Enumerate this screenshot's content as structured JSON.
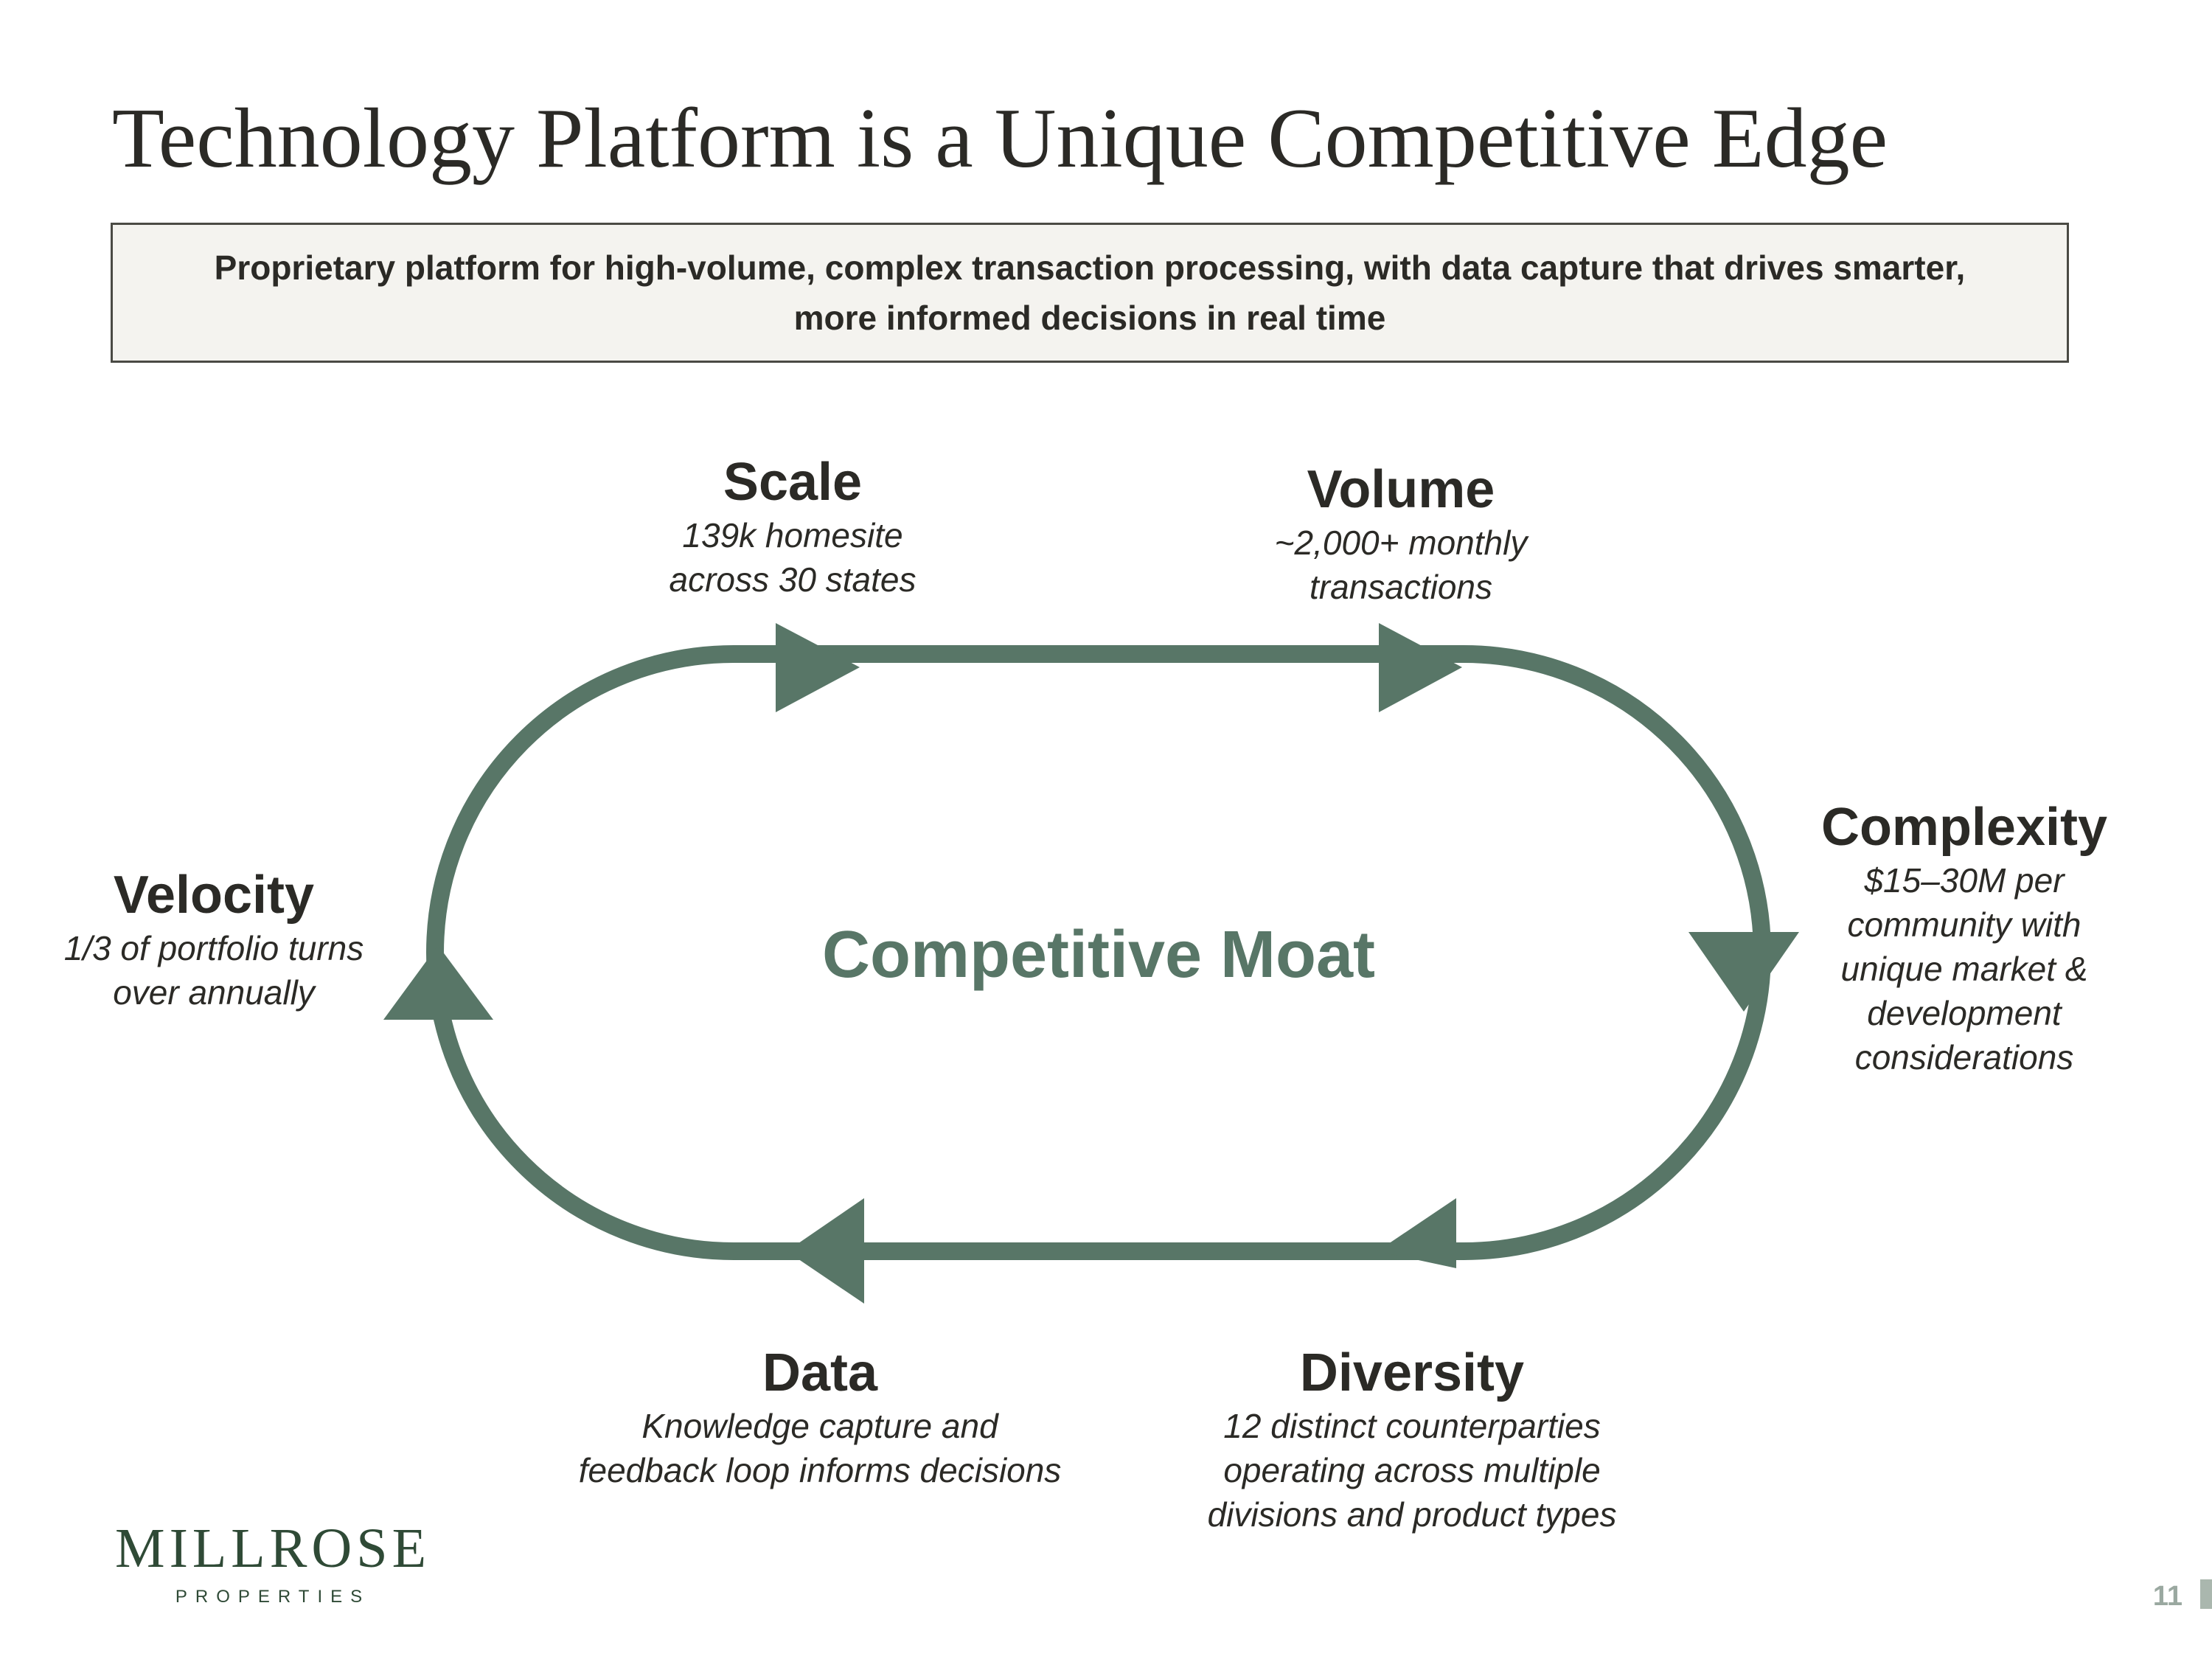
{
  "title": "Technology Platform is a Unique Competitive Edge",
  "subtitle": {
    "line1": "Proprietary platform for high-volume, complex transaction processing, with data capture that drives smarter,",
    "line2": "more informed decisions in real time"
  },
  "diagram": {
    "center_label": "Competitive Moat",
    "loop_color": "#587667",
    "nodes": {
      "scale": {
        "heading": "Scale",
        "lines": [
          "139k homesite",
          "across 30 states"
        ]
      },
      "volume": {
        "heading": "Volume",
        "lines": [
          "~2,000+ monthly",
          "transactions"
        ]
      },
      "complexity": {
        "heading": "Complexity",
        "lines": [
          "$15–30M per",
          "community with",
          "unique market &",
          "development",
          "considerations"
        ]
      },
      "diversity": {
        "heading": "Diversity",
        "lines": [
          "12 distinct counterparties",
          "operating across multiple",
          "divisions and product types"
        ]
      },
      "data": {
        "heading": "Data",
        "lines": [
          "Knowledge capture and",
          "feedback loop informs decisions"
        ]
      },
      "velocity": {
        "heading": "Velocity",
        "lines": [
          "1/3 of portfolio turns",
          "over annually"
        ]
      }
    }
  },
  "logo": {
    "name": "MILLROSE",
    "sub": "PROPERTIES"
  },
  "page_number": "11"
}
